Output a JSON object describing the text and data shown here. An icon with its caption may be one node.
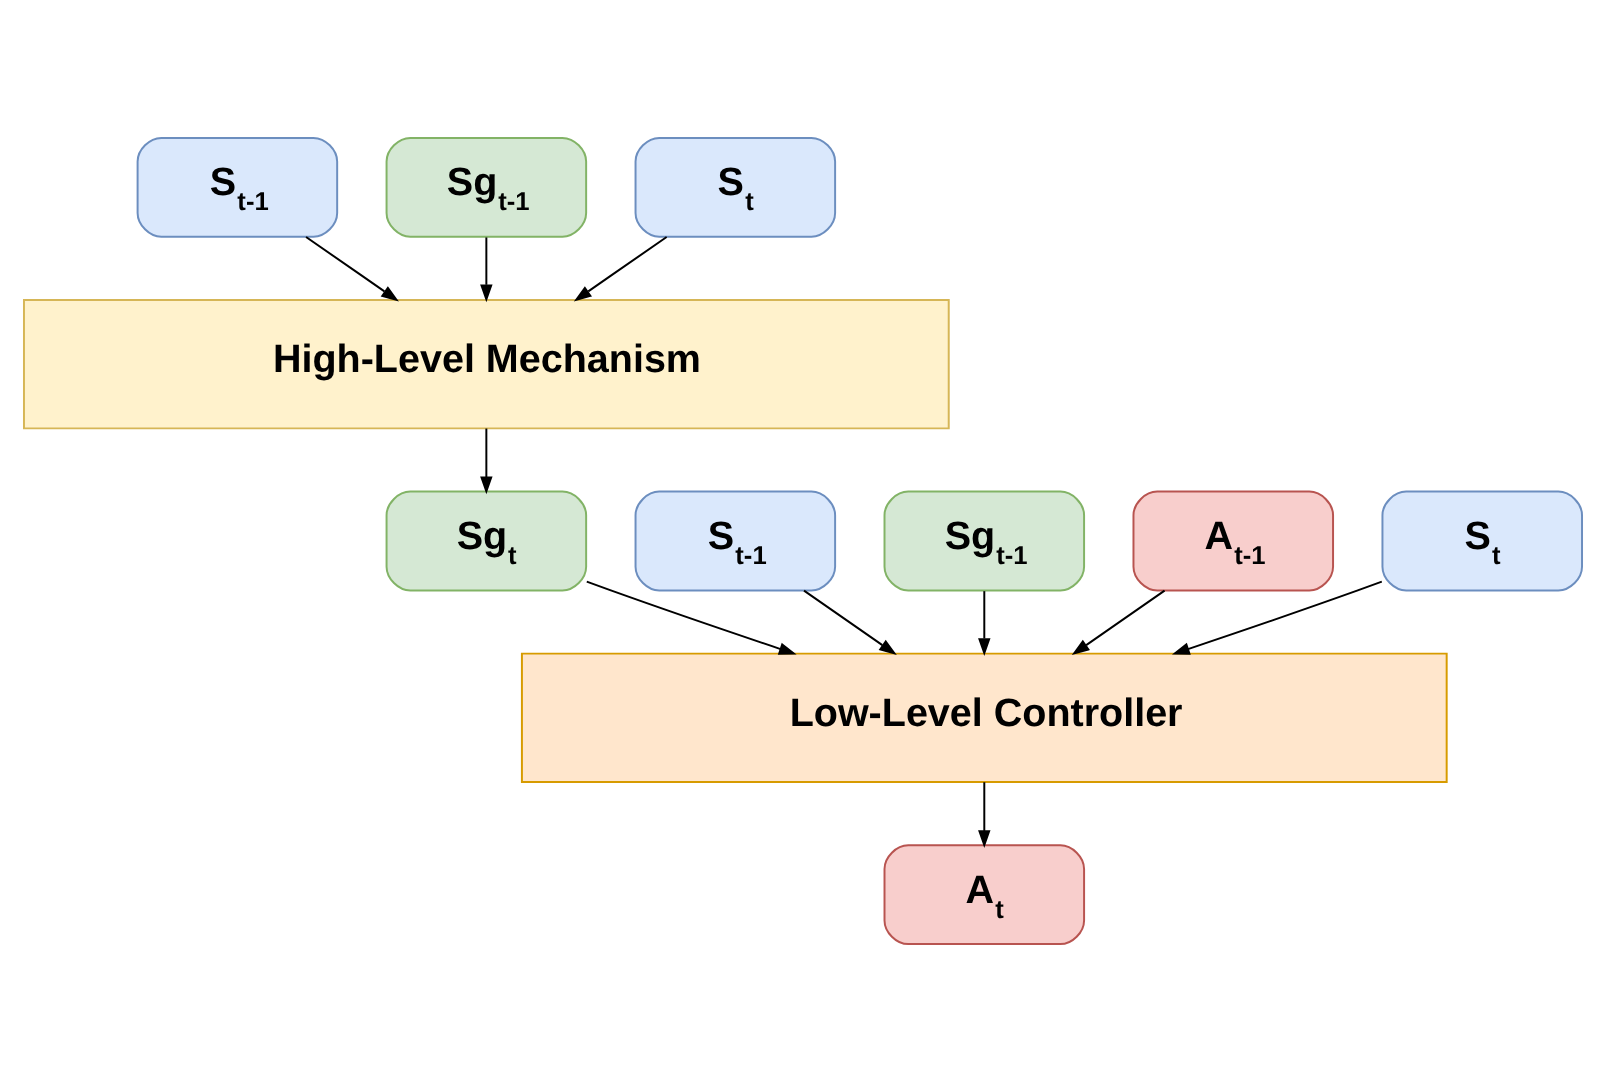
{
  "diagram": {
    "nodes": [
      {
        "text": [
          "S$_{t-1}$"
        ]
      },
      {
        "text": [
          "Sg$_{t-1}$"
        ]
      },
      {
        "text": [
          "S$_{t}$"
        ]
      },
      {
        "text": [
          "High-Level Mechanism"
        ]
      },
      {
        "text": [
          "S$_{t-1}$"
        ]
      },
      {
        "text": [
          "Sg$_{t-1}$"
        ]
      },
      {
        "text": [
          "A$_{t-1}$"
        ]
      },
      {
        "text": [
          "S$_{t}$"
        ]
      },
      {
        "text": [
          "Sg$_{t}$"
        ]
      },
      {
        "text": [
          "Low-Level Controller"
        ]
      },
      {
        "text": [
          "A$_{t}$"
        ]
      }
    ],
    "edges": [
      {
        "from": 0,
        "to": 3,
        "arrow": "to"
      },
      {
        "from": 1,
        "to": 3,
        "arrow": "to"
      },
      {
        "from": 2,
        "to": 3,
        "arrow": "to"
      },
      {
        "from": 3,
        "to": 8,
        "arrow": "to"
      },
      {
        "from": 4,
        "to": 9,
        "arrow": "to"
      },
      {
        "from": 5,
        "to": 9,
        "arrow": "to"
      },
      {
        "from": 6,
        "to": 9,
        "arrow": "to"
      },
      {
        "from": 7,
        "to": 9,
        "arrow": "to"
      },
      {
        "from": 8,
        "to": 9,
        "arrow": "to"
      },
      {
        "from": 9,
        "to": 10,
        "arrow": "to"
      }
    ]
  }
}
